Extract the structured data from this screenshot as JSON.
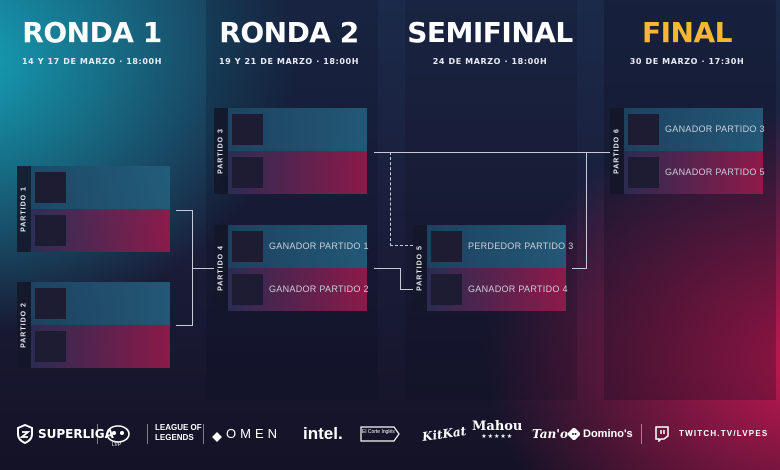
{
  "rounds": [
    {
      "title": "RONDA 1",
      "date": "14 Y 17 DE MARZO · 18:00H"
    },
    {
      "title": "RONDA 2",
      "date": "19 Y 21 DE MARZO · 18:00H"
    },
    {
      "title": "SEMIFINAL",
      "date": "24 DE MARZO · 18:00H"
    },
    {
      "title": "FINAL",
      "date": "30 DE MARZO · 17:30H"
    }
  ],
  "colors": {
    "final_title": "#f7b733",
    "accent_pink": "#d61854",
    "accent_teal": "#14aabe"
  },
  "matches": {
    "m1": {
      "tab": "PARTIDO 1",
      "top": "",
      "bottom": ""
    },
    "m2": {
      "tab": "PARTIDO 2",
      "top": "",
      "bottom": ""
    },
    "m3": {
      "tab": "PARTIDO 3",
      "top": "",
      "bottom": ""
    },
    "m4": {
      "tab": "PARTIDO 4",
      "top": "GANADOR PARTIDO 1",
      "bottom": "GANADOR PARTIDO 2"
    },
    "m5": {
      "tab": "PARTIDO 5",
      "top": "PERDEDOR PARTIDO 3",
      "bottom": "GANADOR PARTIDO 4"
    },
    "m6": {
      "tab": "PARTIDO 6",
      "top": "GANADOR PARTIDO 3",
      "bottom": "GANADOR PARTIDO 5"
    }
  },
  "footer": {
    "superliga": "SUPERLIGA",
    "lvp": "LVP",
    "lol_line1": "LEAGUE OF",
    "lol_line2": "LEGENDS",
    "omen": "OMEN",
    "intel": "intel.",
    "elcorteingles": "El Corte Inglés",
    "kitkat": "KitKat",
    "mahou": "Mahou",
    "mahou_stars": "★★★★★",
    "tanqueray": "Tan'o",
    "dominos": "Domino's",
    "twitch": "TWITCH.TV/LVPES"
  },
  "icons": [
    "superliga-logo-icon",
    "lvp-logo-icon",
    "omen-logo-icon",
    "twitch-icon",
    "dominos-icon"
  ]
}
